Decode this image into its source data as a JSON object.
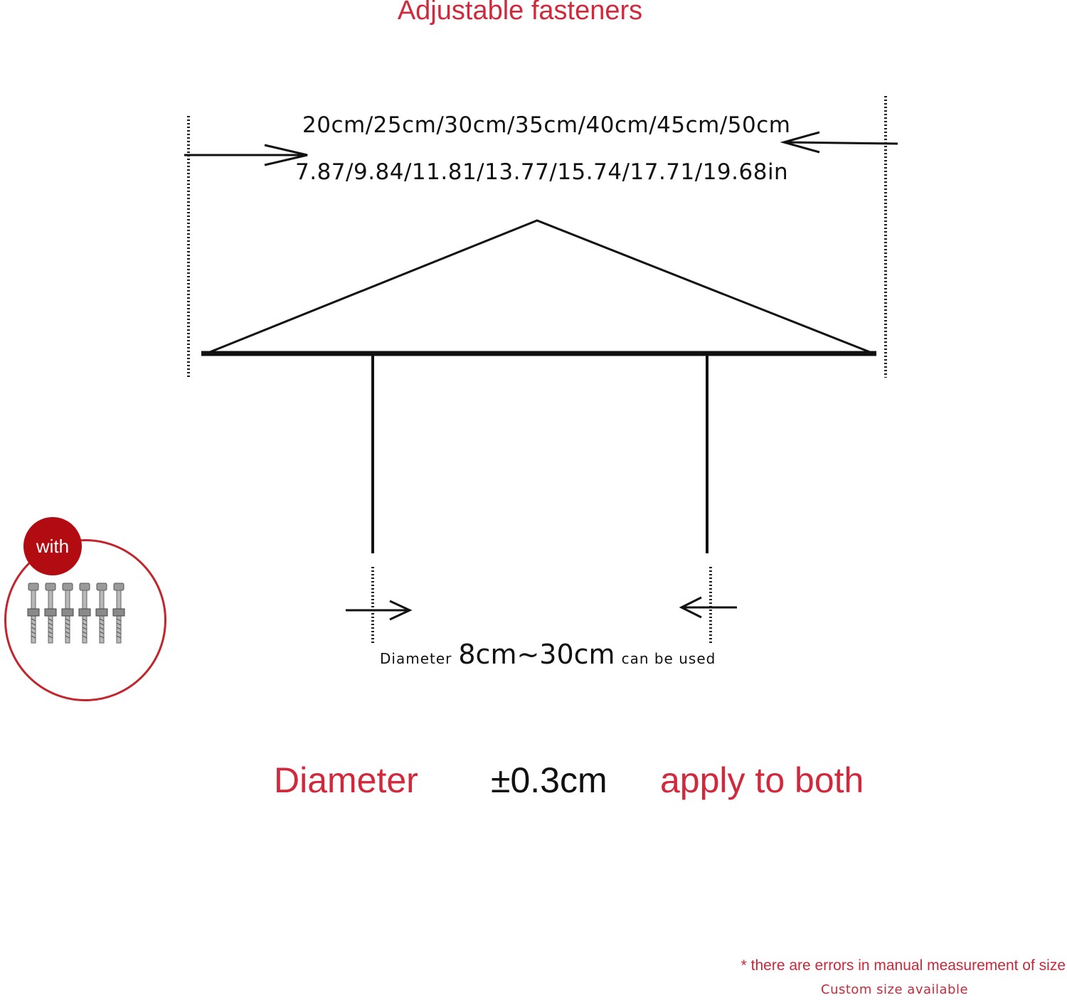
{
  "title": "Adjustable fasteners",
  "size_cm": "20cm/25cm/30cm/35cm/40cm/45cm/50cm",
  "size_in": "7.87/9.84/11.81/13.77/15.74/17.71/19.68in",
  "diameter_range": {
    "prefix": "Diameter",
    "range": "8cm~30cm",
    "suffix": "can be used"
  },
  "tolerance": {
    "label": "Diameter",
    "value": "±0.3cm",
    "note": "apply to both"
  },
  "notes": {
    "error": "* there are errors in manual measurement of size",
    "custom": "Custom size available"
  },
  "badge": {
    "label": "with",
    "icon": "bolts-icon"
  },
  "colors": {
    "accent_red": "#d2283c",
    "badge_red": "#b20c12",
    "line": "#111111"
  }
}
